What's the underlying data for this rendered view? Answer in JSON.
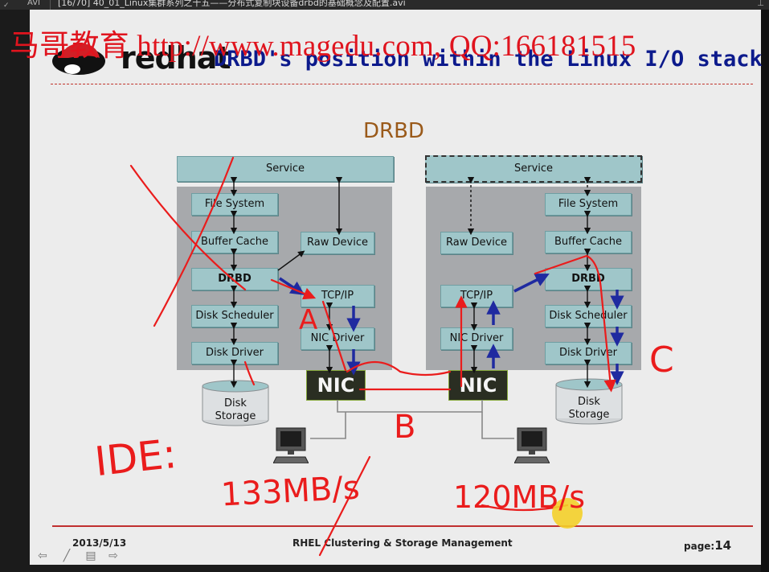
{
  "window": {
    "format_badge": "AVI",
    "title": "[16/70] 40_01_Linux集群系列之十五——分布式复制块设备drbd的基础概念及配置.avi"
  },
  "watermark": "马哥教育 http://www.magedu.com, QQ:166181515",
  "logo": {
    "text": "redhat"
  },
  "slide": {
    "title": "DRBD's position within the Linux I/O stack",
    "diagram_title": "DRBD"
  },
  "left_node": {
    "service": "Service",
    "file_system": "File System",
    "buffer_cache": "Buffer Cache",
    "drbd": "DRBD",
    "disk_scheduler": "Disk Scheduler",
    "disk_driver": "Disk Driver",
    "raw_device": "Raw Device",
    "tcp_ip": "TCP/IP",
    "nic_driver": "NIC Driver",
    "nic": "NIC",
    "disk_line1": "Disk",
    "disk_line2": "Storage"
  },
  "right_node": {
    "service": "Service",
    "file_system": "File System",
    "buffer_cache": "Buffer Cache",
    "drbd": "DRBD",
    "disk_scheduler": "Disk Scheduler",
    "disk_driver": "Disk Driver",
    "raw_device": "Raw Device",
    "tcp_ip": "TCP/IP",
    "nic_driver": "NIC Driver",
    "nic": "NIC",
    "disk_line1": "Disk",
    "disk_line2": "Storage"
  },
  "annotations": {
    "a": "A",
    "b": "B",
    "c": "C",
    "ide": "IDE:",
    "speed1": "133MB/s",
    "speed2": "120MB/s"
  },
  "footer": {
    "date": "2013/5/13",
    "center": "RHEL Clustering & Storage Management",
    "page_label": "page:",
    "page_number": "14"
  },
  "colors": {
    "annotation_red": "#ea1c1c",
    "title_blue": "#0c1a8c",
    "watermark_red": "#e0141e",
    "box_teal": "#9fc6c9",
    "arrow_blue": "#1f2aa0"
  }
}
